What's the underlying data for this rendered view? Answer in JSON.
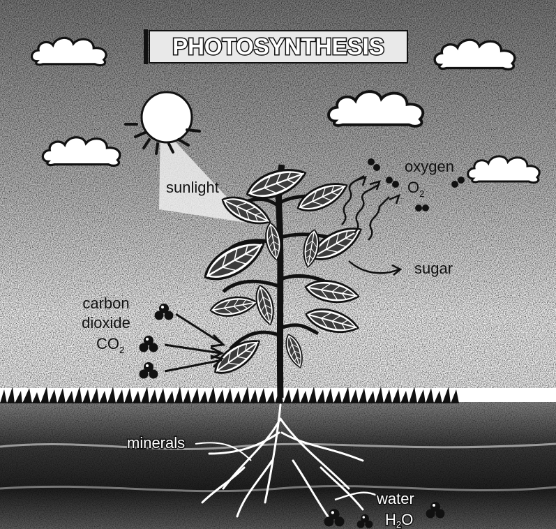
{
  "title": "PHOTOSYNTHESIS",
  "labels": {
    "sunlight": "sunlight",
    "oxygen": "oxygen",
    "o2_main": "O",
    "o2_sub": "2",
    "sugar": "sugar",
    "co2_line1": "carbon",
    "co2_line2": "dioxide",
    "co2_main": "CO",
    "co2_sub": "2",
    "minerals": "minerals",
    "water": "water",
    "h2o_h": "H",
    "h2o_sub": "2",
    "h2o_o": "O"
  },
  "colors": {
    "ink": "#111111",
    "sky_grain": "#b9b9b9",
    "soil_dark": "#2b2b2b",
    "soil_mid": "#6f6f6f",
    "white": "#ffffff"
  },
  "icons": [
    "sun-icon",
    "cloud-icon",
    "plant-icon",
    "molecule-icon",
    "roots-icon",
    "grass-icon"
  ]
}
